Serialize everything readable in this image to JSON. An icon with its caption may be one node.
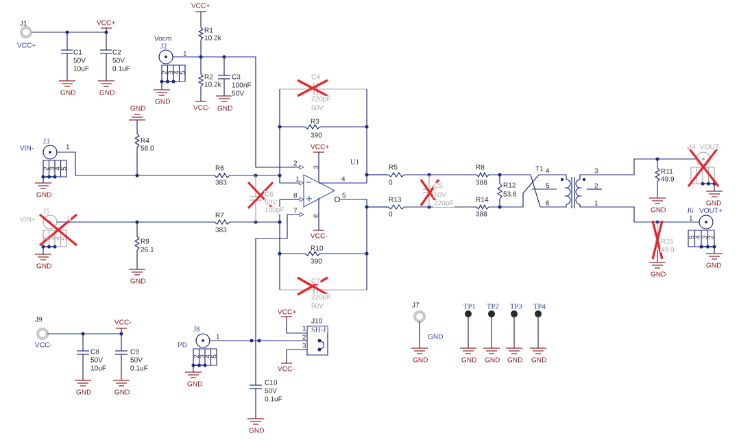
{
  "diagram": {
    "labels": [
      "J1",
      "VCC+",
      "VCC+",
      "C1",
      "50V",
      "10uF",
      "C2",
      "50V",
      "0.1uF",
      "GND",
      "GND",
      "VCC+",
      "Vocm",
      "R1",
      "10.2k",
      "J2",
      "1",
      "2",
      "3",
      "4",
      "5",
      "R2",
      "10.2k",
      "C3",
      "100nF",
      "50V",
      "GND",
      "GND",
      "VCC-",
      "GND",
      "R4",
      "56.0",
      "C4",
      "220pF",
      "50V",
      "R3",
      "390",
      "VCC+",
      "J3",
      "VIN-",
      "1",
      "2",
      "3",
      "4",
      "5",
      "R6",
      "383",
      "2",
      "3",
      "U1",
      "1",
      "4",
      "C6",
      "50V",
      "100pF",
      "8",
      "5",
      "7",
      "6",
      "J5",
      "VIN+",
      "1",
      "2",
      "3",
      "4",
      "5",
      "R7",
      "383",
      "VCC-",
      "R9",
      "26.1",
      "GND",
      "R10",
      "390",
      "GND",
      "C7",
      "220pF",
      "50V",
      "R5",
      "0",
      "C5",
      "50V",
      "220pF",
      "R8",
      "388",
      "R12",
      "53.6",
      "R13",
      "0",
      "R14",
      "388",
      "T1",
      "4",
      "5",
      "6",
      "3",
      "2",
      "1",
      "J4",
      "VOUT-",
      "R11",
      "49.9",
      "GND",
      "GND",
      "J6",
      "1",
      "VOUT+",
      "R15",
      "49.9",
      "5",
      "4",
      "3",
      "2",
      "GND",
      "GND",
      "J9",
      "VCC-",
      "VCC-",
      "C8",
      "50V",
      "10uF",
      "C9",
      "50V",
      "0.1uF",
      "GND",
      "GND",
      "VCC+",
      "J10",
      "1",
      "SH-J1",
      "2",
      "3",
      "VCC-",
      "J8",
      "PD",
      "1",
      "2",
      "3",
      "4",
      "5",
      "GND",
      "C10",
      "50V",
      "0.1uF",
      "GND",
      "J7",
      "GND",
      "GND",
      "TP1",
      "TP2",
      "TP3",
      "TP4",
      "GND",
      "GND",
      "GND",
      "GND",
      "GND"
    ]
  }
}
